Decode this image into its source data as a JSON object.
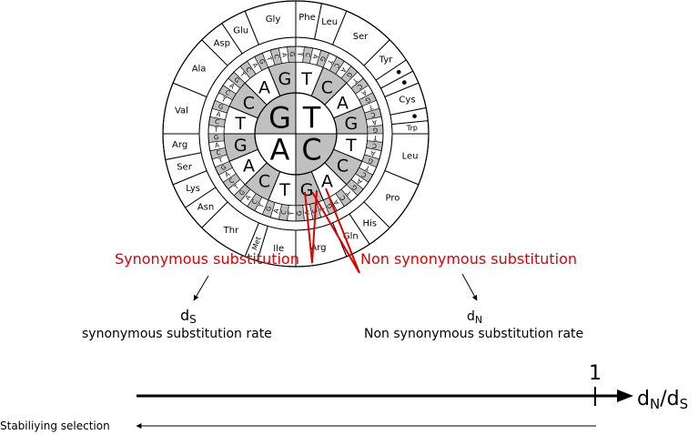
{
  "wheel": {
    "ring1": [
      "G",
      "T",
      "C",
      "A"
    ],
    "ring2": [
      "T",
      "C",
      "A",
      "G",
      "T",
      "C",
      "A",
      "G",
      "T",
      "C",
      "A",
      "G",
      "T",
      "C",
      "A",
      "G"
    ],
    "ring3": [
      "T",
      "C",
      "A",
      "G",
      "T",
      "C",
      "A",
      "G",
      "T",
      "C",
      "A",
      "G",
      "T",
      "C",
      "A",
      "G",
      "T",
      "C",
      "A",
      "G",
      "T",
      "C",
      "A",
      "G",
      "T",
      "C",
      "A",
      "G",
      "T",
      "C",
      "A",
      "G",
      "T",
      "C",
      "A",
      "G",
      "T",
      "C",
      "A",
      "G",
      "T",
      "C",
      "A",
      "G",
      "T",
      "C",
      "A",
      "G",
      "T",
      "C",
      "A",
      "G",
      "T",
      "C",
      "A",
      "G",
      "T",
      "C",
      "A",
      "G",
      "T",
      "C",
      "A",
      "G"
    ],
    "amino_acids": [
      {
        "label": "Phe",
        "n": 2
      },
      {
        "label": "Leu",
        "n": 2
      },
      {
        "label": "Ser",
        "n": 4
      },
      {
        "label": "Tyr",
        "n": 2
      },
      {
        "label": "",
        "n": 1,
        "stop": true
      },
      {
        "label": "",
        "n": 1,
        "stop": true
      },
      {
        "label": "Cys",
        "n": 2
      },
      {
        "label": "",
        "n": 1,
        "stop": true
      },
      {
        "label": "Trp",
        "n": 1
      },
      {
        "label": "Leu",
        "n": 4
      },
      {
        "label": "Pro",
        "n": 4
      },
      {
        "label": "His",
        "n": 2
      },
      {
        "label": "Gln",
        "n": 2
      },
      {
        "label": "Arg",
        "n": 4
      },
      {
        "label": "Ile",
        "n": 3
      },
      {
        "label": "Met",
        "n": 1
      },
      {
        "label": "Thr",
        "n": 4
      },
      {
        "label": "Asn",
        "n": 2
      },
      {
        "label": "Lys",
        "n": 2
      },
      {
        "label": "Ser",
        "n": 2
      },
      {
        "label": "Arg",
        "n": 2
      },
      {
        "label": "Val",
        "n": 4
      },
      {
        "label": "Ala",
        "n": 4
      },
      {
        "label": "Asp",
        "n": 2
      },
      {
        "label": "Glu",
        "n": 2
      },
      {
        "label": "Gly",
        "n": 4
      }
    ]
  },
  "labels": {
    "synonymous": "Synonymous substitution",
    "non_synonymous": "Non synonymous substitution",
    "ds_symbol": "d",
    "ds_sub": "S",
    "ds_caption": "synonymous substitution rate",
    "dn_symbol": "d",
    "dn_sub": "N",
    "dn_caption": "Non synonymous substitution rate",
    "axis_tick": "1",
    "axis_label_d1": "d",
    "axis_label_n": "N",
    "axis_label_slash": "/d",
    "axis_label_s": "S",
    "stabilizing": "Stabiliying selection"
  },
  "colors": {
    "red": "#e00000",
    "gray": "#c0c0c0",
    "white": "#ffffff",
    "black": "#000000"
  }
}
